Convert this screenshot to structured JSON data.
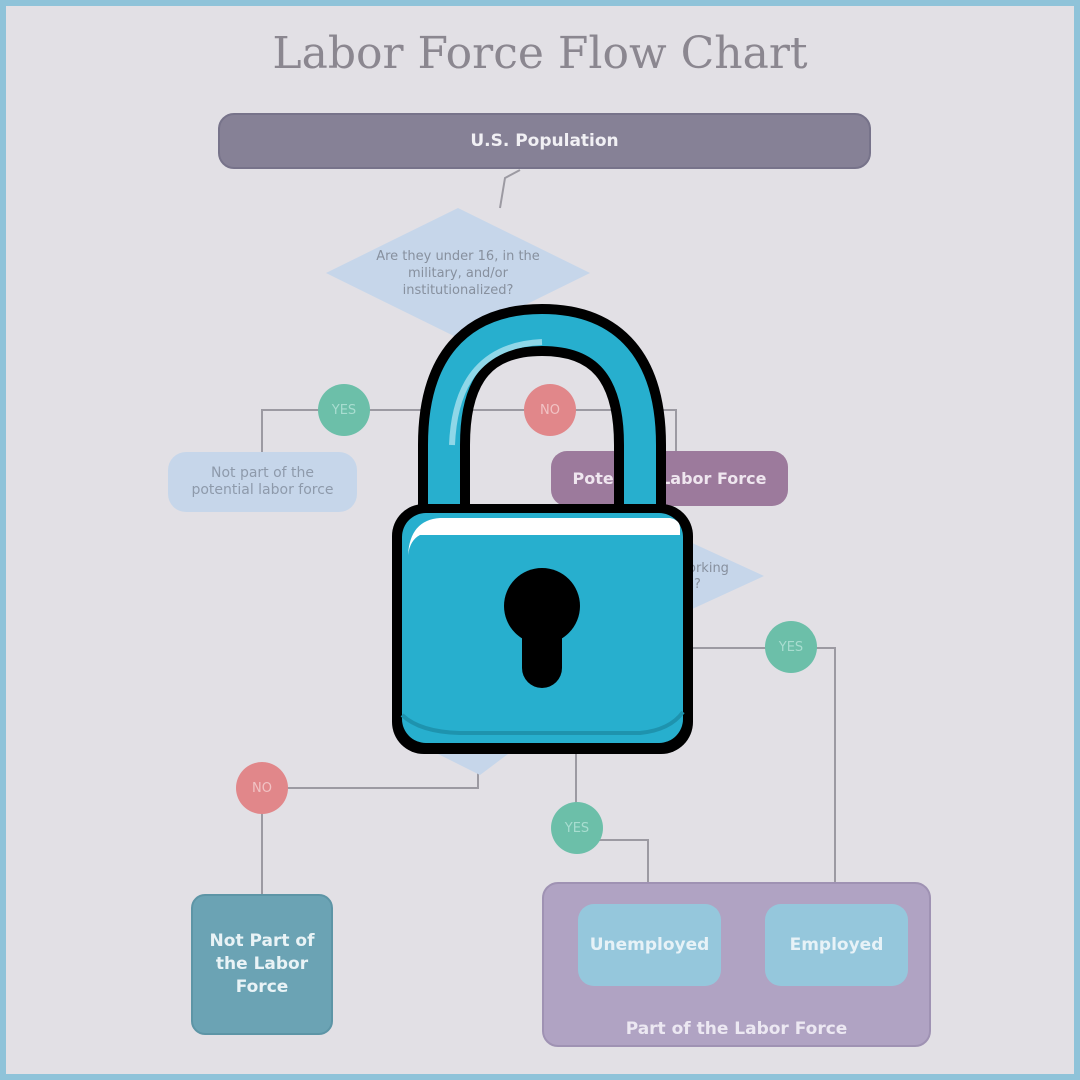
{
  "title": "Labor Force Flow Chart",
  "nodes": {
    "population": "U.S. Population",
    "question_1": "Are they under 16, in the military, and/or institutionalized?",
    "not_potential": "Not part of the potential labor force",
    "potential": "Potential Labor Force",
    "question_2_partial": "orking",
    "question_2_partial_2": "?",
    "not_part": "Not Part of the Labor Force",
    "unemployed": "Unemployed",
    "employed": "Employed",
    "part_of_labor_force": "Part of the Labor Force"
  },
  "branches": {
    "yes": "YES",
    "no": "NO"
  },
  "overlay": {
    "icon": "lock-icon",
    "colors": {
      "body": "#27afce",
      "outline": "#000000",
      "highlight": "#ffffff"
    }
  }
}
